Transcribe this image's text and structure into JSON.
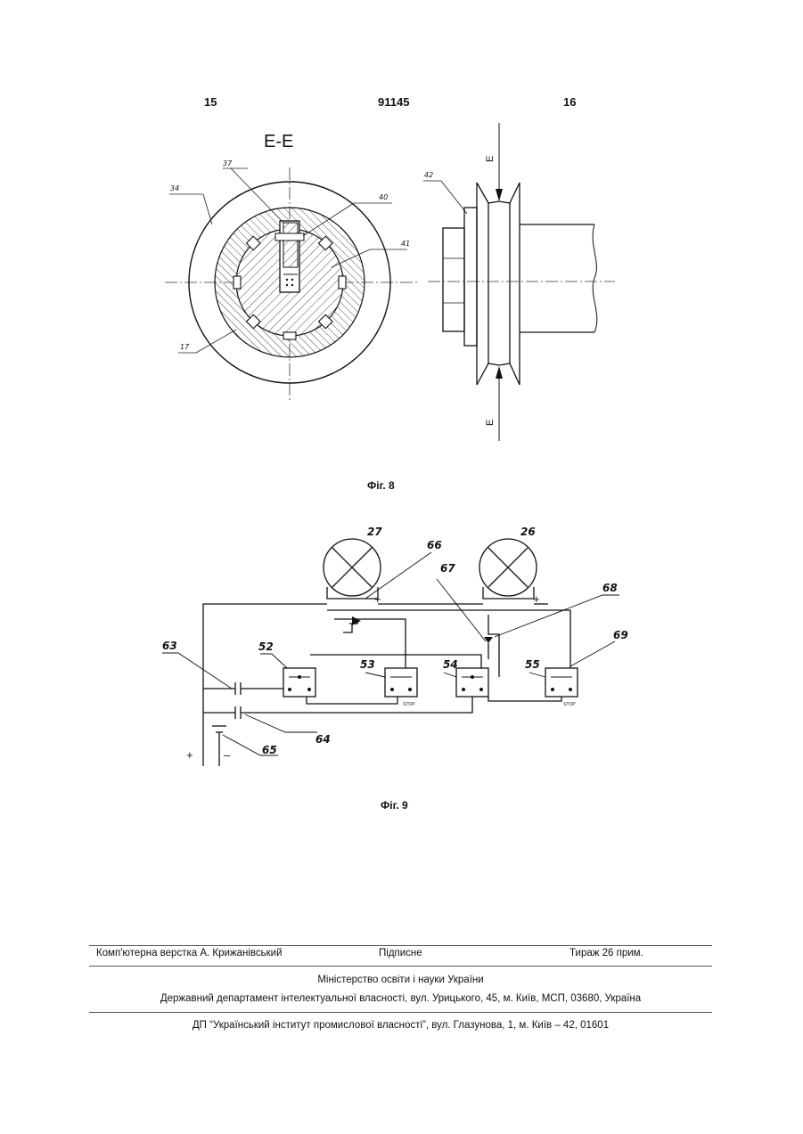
{
  "header": {
    "left_page": "15",
    "doc_number": "91145",
    "right_page": "16"
  },
  "fig8": {
    "caption": "Фіг. 8",
    "section_label": "Е-Е",
    "callouts": {
      "c34": "34",
      "c37": "37",
      "c40": "40",
      "c41": "41",
      "c17": "17",
      "c42": "42"
    },
    "arrow_label_top": "Е",
    "arrow_label_bottom": "Е"
  },
  "fig9": {
    "caption": "Фіг. 9",
    "labels": {
      "l27": "27",
      "l26": "26",
      "l66": "66",
      "l67": "67",
      "l68": "68",
      "l69": "69",
      "l63": "63",
      "l52": "52",
      "l53": "53",
      "l54": "54",
      "l55": "55",
      "l64": "64",
      "l65": "65"
    },
    "stop_53": "STOP",
    "stop_55": "STOP",
    "plus_right": "+",
    "plus_mid": "+",
    "plus_left": "+",
    "minus_left": "–"
  },
  "footer": {
    "layout": "Комп'ютерна верстка А. Крижанівський",
    "signed": "Підписне",
    "circulation": "Тираж 26 прим.",
    "ministry": "Міністерство освіти і науки України",
    "department": "Державний департамент інтелектуальної власності, вул. Урицького, 45, м. Київ, МСП, 03680, Україна",
    "institute": "ДП “Український інститут промислової власності”, вул. Глазунова, 1, м. Київ – 42, 01601"
  }
}
